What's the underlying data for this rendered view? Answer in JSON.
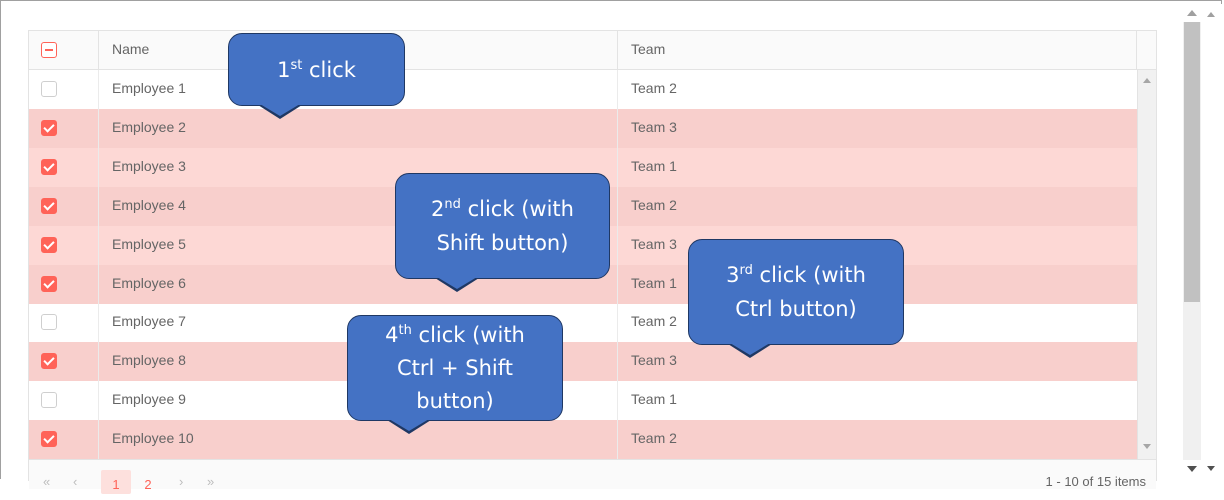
{
  "grid": {
    "header": {
      "name": "Name",
      "team": "Team"
    },
    "rows": [
      {
        "name": "Employee 1",
        "team": "Team 2",
        "selected": false
      },
      {
        "name": "Employee 2",
        "team": "Team 3",
        "selected": true
      },
      {
        "name": "Employee 3",
        "team": "Team 1",
        "selected": true
      },
      {
        "name": "Employee 4",
        "team": "Team 2",
        "selected": true
      },
      {
        "name": "Employee 5",
        "team": "Team 3",
        "selected": true
      },
      {
        "name": "Employee 6",
        "team": "Team 1",
        "selected": true
      },
      {
        "name": "Employee 7",
        "team": "Team 2",
        "selected": false
      },
      {
        "name": "Employee 8",
        "team": "Team 3",
        "selected": true
      },
      {
        "name": "Employee 9",
        "team": "Team 1",
        "selected": false
      },
      {
        "name": "Employee 10",
        "team": "Team 2",
        "selected": true
      }
    ]
  },
  "pager": {
    "first": "«",
    "prev": "‹",
    "pages": [
      "1",
      "2"
    ],
    "next": "›",
    "last": "»",
    "info": "1 - 10 of 15 items"
  },
  "callouts": [
    {
      "ord": "1",
      "sup": "st",
      "text": " click"
    },
    {
      "ord": "2",
      "sup": "nd",
      "text": " click (with\nShift button)"
    },
    {
      "ord": "3",
      "sup": "rd",
      "text": " click (with\nCtrl button)"
    },
    {
      "ord": "4",
      "sup": "th",
      "text": " click (with\nCtrl + Shift\nbutton)"
    }
  ],
  "colors": {
    "accent": "#ff6358",
    "selected_row": "#f8cfcc",
    "callout_fill": "#4472c4",
    "callout_border": "#1f3864"
  }
}
